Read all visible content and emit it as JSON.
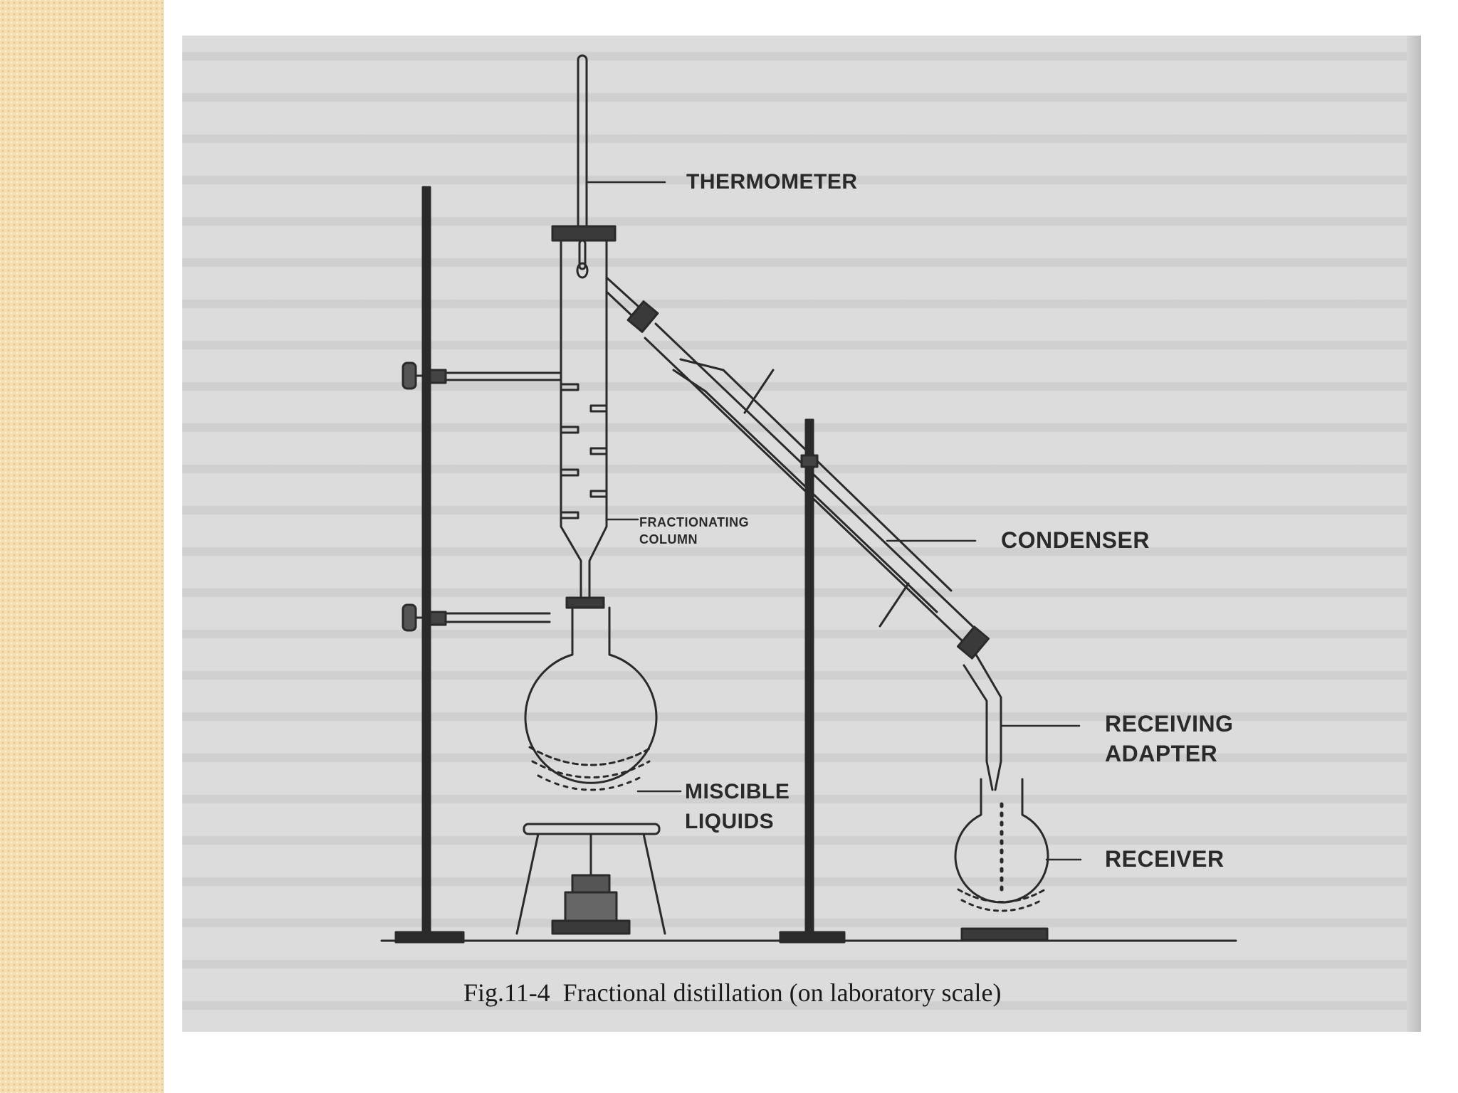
{
  "labels": {
    "thermometer": "THERMOMETER",
    "fractionating_line1": "FRACTIONATING",
    "fractionating_line2": "COLUMN",
    "condenser": "CONDENSER",
    "receiving_line1": "RECEIVING",
    "receiving_line2": "ADAPTER",
    "receiver": "RECEIVER",
    "miscible_line1": "MISCIBLE",
    "miscible_line2": "LIQUIDS"
  },
  "caption": "Fig.11-4  Fractional distillation (on laboratory scale)",
  "colors": {
    "sidebar": "#f5dfb2",
    "scan_background": "#dcdcdc",
    "ink": "#2a2a2a"
  }
}
